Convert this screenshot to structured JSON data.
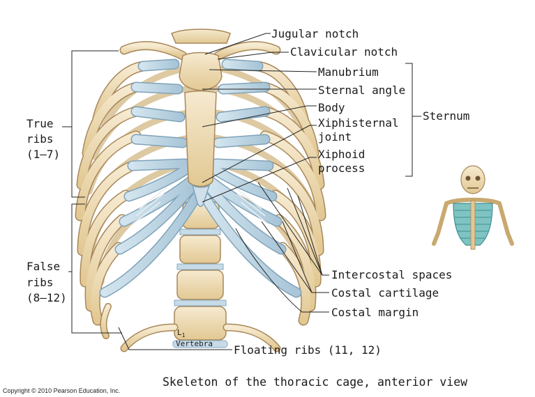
{
  "labels": {
    "jugular_notch": "Jugular notch",
    "clavicular_notch": "Clavicular notch",
    "manubrium": "Manubrium",
    "sternal_angle": "Sternal angle",
    "body": "Body",
    "xiphisternal_1": "Xiphisternal",
    "xiphisternal_2": "joint",
    "xiphoid_1": "Xiphoid",
    "xiphoid_2": "process",
    "sternum": "Sternum",
    "true_ribs_1": "True",
    "true_ribs_2": "ribs",
    "true_ribs_3": "(1–7)",
    "false_ribs_1": "False",
    "false_ribs_2": "ribs",
    "false_ribs_3": "(8–12)",
    "intercostal": "Intercostal spaces",
    "costal_cartilage": "Costal cartilage",
    "costal_margin": "Costal margin",
    "floating_ribs": "Floating ribs (11, 12)",
    "l1_a": "L",
    "l1_sub": "1",
    "vertebra": "Vertebra"
  },
  "caption": "Skeleton of the thoracic cage, anterior view",
  "copyright": "Copyright © 2010 Pearson Education, Inc.",
  "colors": {
    "bone": "#eedcb0",
    "bone_outline": "#a7875a",
    "cartilage": "#b9d3e2",
    "cartilage_outline": "#7fa2b8",
    "leader": "#222222"
  }
}
